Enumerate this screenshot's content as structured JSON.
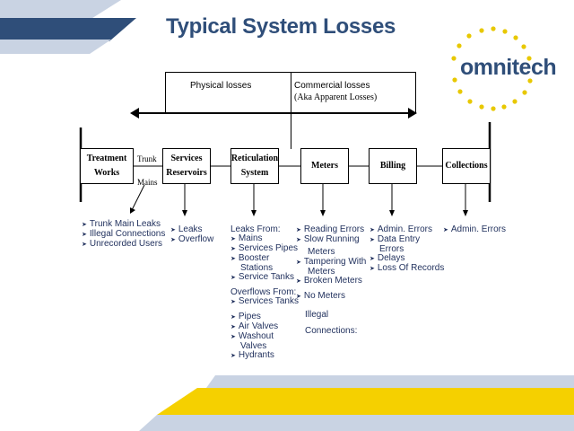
{
  "title": "Typical System Losses",
  "logo": {
    "text": "omnitech",
    "dot_color": "#e8c800",
    "text_color": "#2f4e79"
  },
  "colors": {
    "navy": "#2f4e79",
    "yellow": "#f5d000",
    "light_blue": "#c9d3e3"
  },
  "losses": {
    "physical": "Physical losses",
    "commercial": "Commercial losses",
    "commercial_note": "(Aka Apparent Losses)"
  },
  "boxes": {
    "treatment": [
      "Treatment",
      "Works"
    ],
    "services": [
      "Services",
      "Reservoirs"
    ],
    "reticulation": [
      "Reticulation",
      "System"
    ],
    "meters": "Meters",
    "billing": "Billing",
    "collections": "Collections"
  },
  "trunk_label": "Trunk",
  "mains_label": "Mains",
  "columns": {
    "trunk": [
      "Trunk Main Leaks",
      "Illegal Connections",
      "Unrecorded Users"
    ],
    "services": [
      "Leaks",
      "Overflow"
    ],
    "reticulation": {
      "leaks_header": "Leaks From:",
      "leaks": [
        "Mains",
        "Services Pipes",
        "Booster",
        "Service Tanks"
      ],
      "booster_cont": "Stations",
      "overflows_header": "Overflows From:",
      "overflows": [
        "Services Tanks"
      ],
      "others": [
        "Pipes",
        "Air Valves",
        "Washout",
        "Hydrants"
      ],
      "washout_cont": "Valves"
    },
    "meters": {
      "items": [
        "Reading Errors",
        "Slow Running",
        "Tampering With",
        "Broken Meters",
        "No Meters"
      ],
      "slow_cont": "Meters",
      "tamper_cont": "Meters",
      "illegal_1": "Illegal",
      "illegal_2": "Connections:"
    },
    "billing": {
      "items": [
        "Admin. Errors",
        "Data Entry",
        "Delays",
        "Loss Of Records"
      ],
      "data_cont": "Errors"
    },
    "collections": [
      "Admin. Errors"
    ]
  }
}
